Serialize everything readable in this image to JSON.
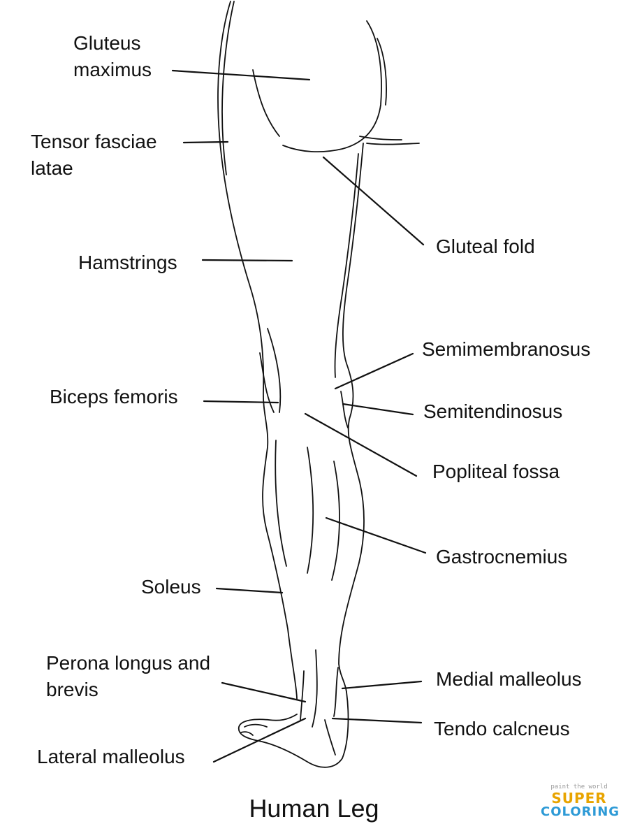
{
  "diagram": {
    "title": "Human Leg",
    "labels": {
      "gluteus_maximus": [
        "Gluteus",
        "maximus"
      ],
      "tensor_fasciae_latae": [
        "Tensor fasciae",
        "latae"
      ],
      "gluteal_fold": "Gluteal fold",
      "hamstrings": "Hamstrings",
      "semimembranosus": "Semimembranosus",
      "biceps_femoris": "Biceps femoris",
      "semitendinosus": "Semitendinosus",
      "popliteal_fossa": "Popliteal fossa",
      "gastrocnemius": "Gastrocnemius",
      "soleus": "Soleus",
      "perona_longus_brevis": [
        "Perona longus and",
        "brevis"
      ],
      "medial_malleolus": "Medial malleolus",
      "tendo_calcneus": "Tendo calcneus",
      "lateral_malleolus": "Lateral malleolus"
    }
  },
  "watermark": {
    "tagline": "paint the world",
    "word1": "SUPER",
    "word2": "COLORING"
  }
}
